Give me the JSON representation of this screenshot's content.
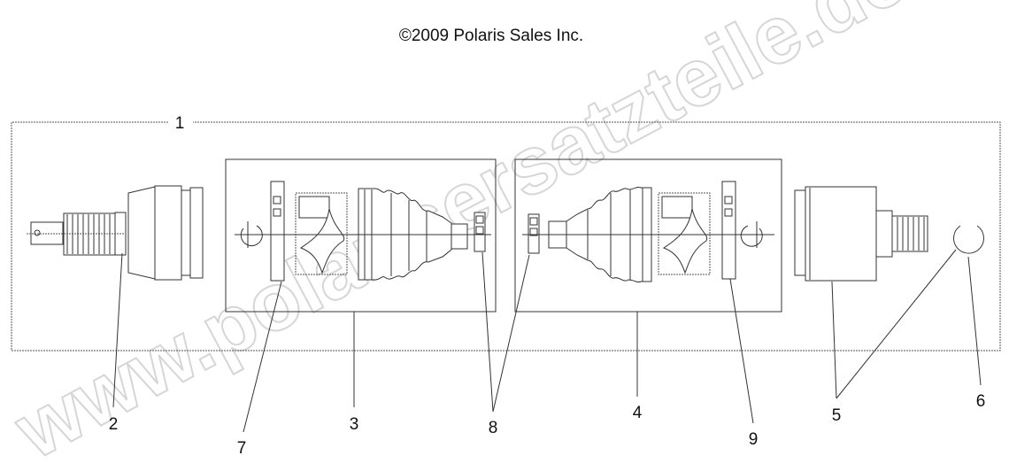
{
  "diagram": {
    "copyright": "©2009 Polaris Sales Inc.",
    "watermark": "www.polarisersatzteile.de",
    "callouts": {
      "assembly": "1",
      "outboard_joint": "2",
      "outboard_boot_kit": "3",
      "inboard_boot_kit": "4",
      "inboard_joint": "5",
      "retaining_ring": "6",
      "outboard_clamp": "7",
      "small_clamp": "8",
      "inboard_clamp": "9"
    }
  }
}
